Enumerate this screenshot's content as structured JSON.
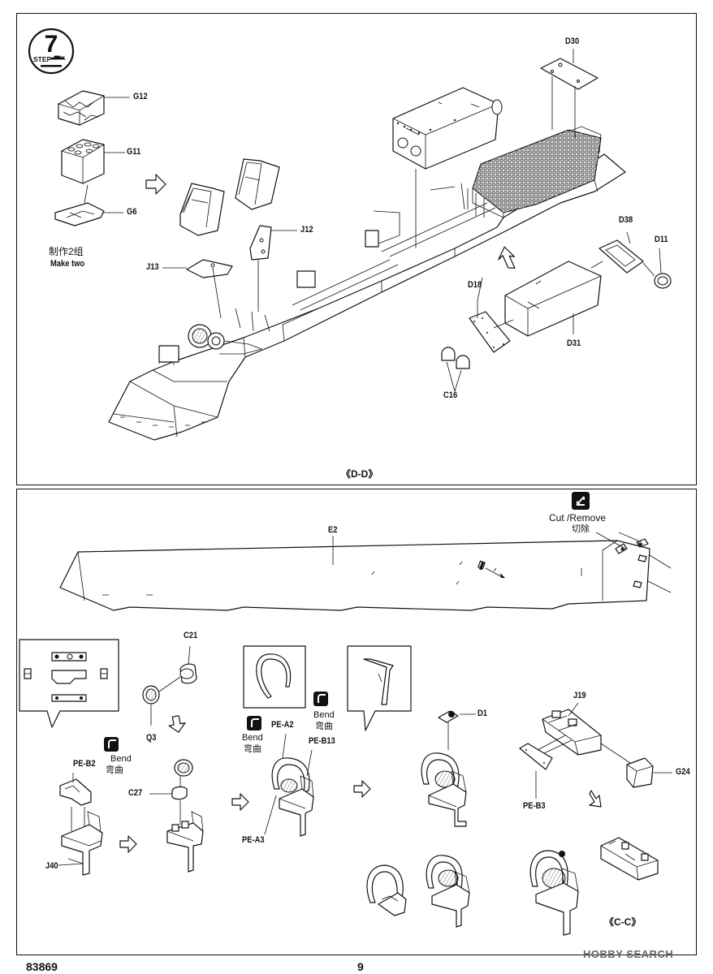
{
  "step": {
    "number": "7",
    "label": "STEP"
  },
  "top": {
    "parts": {
      "g12": "G12",
      "g11": "G11",
      "g6": "G6",
      "make_two_cn": "制作2组",
      "make_two_en": "Make two",
      "j12": "J12",
      "j13": "J13",
      "d30": "D30",
      "d38": "D38",
      "d11": "D11",
      "d18": "D18",
      "d31": "D31",
      "c16": "C16"
    },
    "section_label": "《D-D》"
  },
  "bottom": {
    "cut": {
      "en": "Cut /Remove",
      "cn": "切除"
    },
    "parts": {
      "e2": "E2",
      "c21": "C21",
      "q3": "Q3",
      "c27": "C27",
      "pe_b2": "PE-B2",
      "j40": "J40",
      "pe_a2": "PE-A2",
      "pe_a3": "PE-A3",
      "pe_b13": "PE-B13",
      "d1": "D1",
      "j19": "J19",
      "g24": "G24",
      "pe_b3": "PE-B3"
    },
    "bend": {
      "en": "Bend",
      "cn": "弯曲"
    },
    "section_label": "《C-C》"
  },
  "footer": {
    "product_code": "83869",
    "page_number": "9",
    "watermark": "HOBBY SEARCH"
  },
  "icons": {
    "cut": "cut-scissors-icon",
    "bend": "bend-icon",
    "assembly_arrow": "assembly-arrow-icon"
  }
}
